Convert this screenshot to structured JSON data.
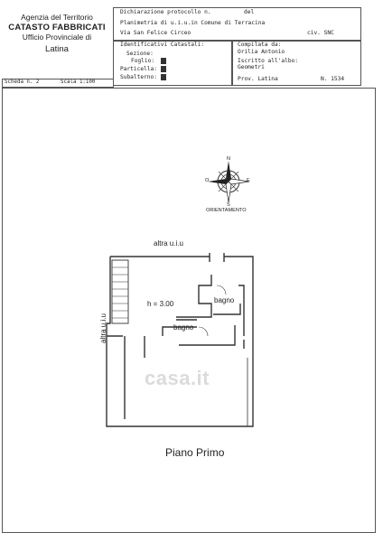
{
  "header": {
    "agency_line1": "Agenzia del Territorio",
    "agency_line2": "CATASTO FABBRICATI",
    "agency_line3": "Ufficio Provinciale di",
    "agency_line4": "Latina",
    "dichiarazione": "Dichiarazione protocollo n.",
    "dal": "del",
    "planimetria": "Planimetria di u.i.u.in Comune di Terracina",
    "indirizzo": "Via San Felice Circeo",
    "civ": "civ. SNC",
    "identificativi": "Identificativi Catastali:",
    "sezione": "Sezione:",
    "foglio": "Foglio:",
    "particella": "Particella:",
    "subalterno": "Subalterno:",
    "compilata": "Compilata da:",
    "compilatore": "Orilia Antonio",
    "iscritto": "Iscritto all'albo:",
    "albo": "Geometri",
    "prov": "Prov. Latina",
    "numero": "N.  1534",
    "scheda": "Scheda n. 2",
    "scala": "Scala 1:100"
  },
  "compass": {
    "n": "N",
    "s": "S",
    "e": "E",
    "o": "O",
    "caption": "ORIENTAMENTO"
  },
  "plan": {
    "altra_top": "altra u.i.u",
    "altra_left": "altra u.i.u",
    "height": "h = 3.00",
    "bagno1": "bagno",
    "bagno2": "bagno",
    "floor": "Piano Primo",
    "watermark": "casa.it"
  }
}
